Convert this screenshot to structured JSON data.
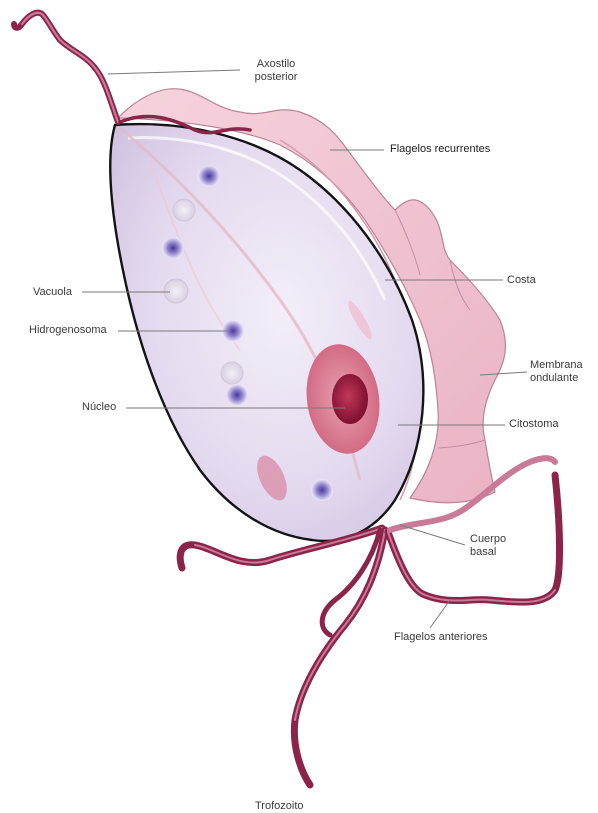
{
  "colors": {
    "membrane": "#f3c9d6",
    "membrane_stroke": "#b98497",
    "cell_body": "#e7dff0",
    "cell_stroke": "#141414",
    "flagellum": "#8c2449",
    "flagellum_light": "#c97a96",
    "nucleus_outer": "#d9788f",
    "nucleus_inner": "#a01e3d",
    "hydrogenosome": "#6a58b0",
    "vacuole": "#ece8f2",
    "leader": "#7a7a7a"
  },
  "labels": {
    "axostilo": [
      "Axostilo",
      "posterior"
    ],
    "flagelos_recurrentes": "Flagelos recurrentes",
    "costa": "Costa",
    "vacuola": "Vacuola",
    "hidrogenosoma": "Hidrogenosoma",
    "membrana": [
      "Membrana",
      "ondulante"
    ],
    "nucleo": "Núcleo",
    "citostoma": "Citostoma",
    "cuerpo_basal": [
      "Cuerpo",
      "basal"
    ],
    "flagelos_anteriores": "Flagelos anteriores",
    "trofozoito": "Trofozoito"
  }
}
